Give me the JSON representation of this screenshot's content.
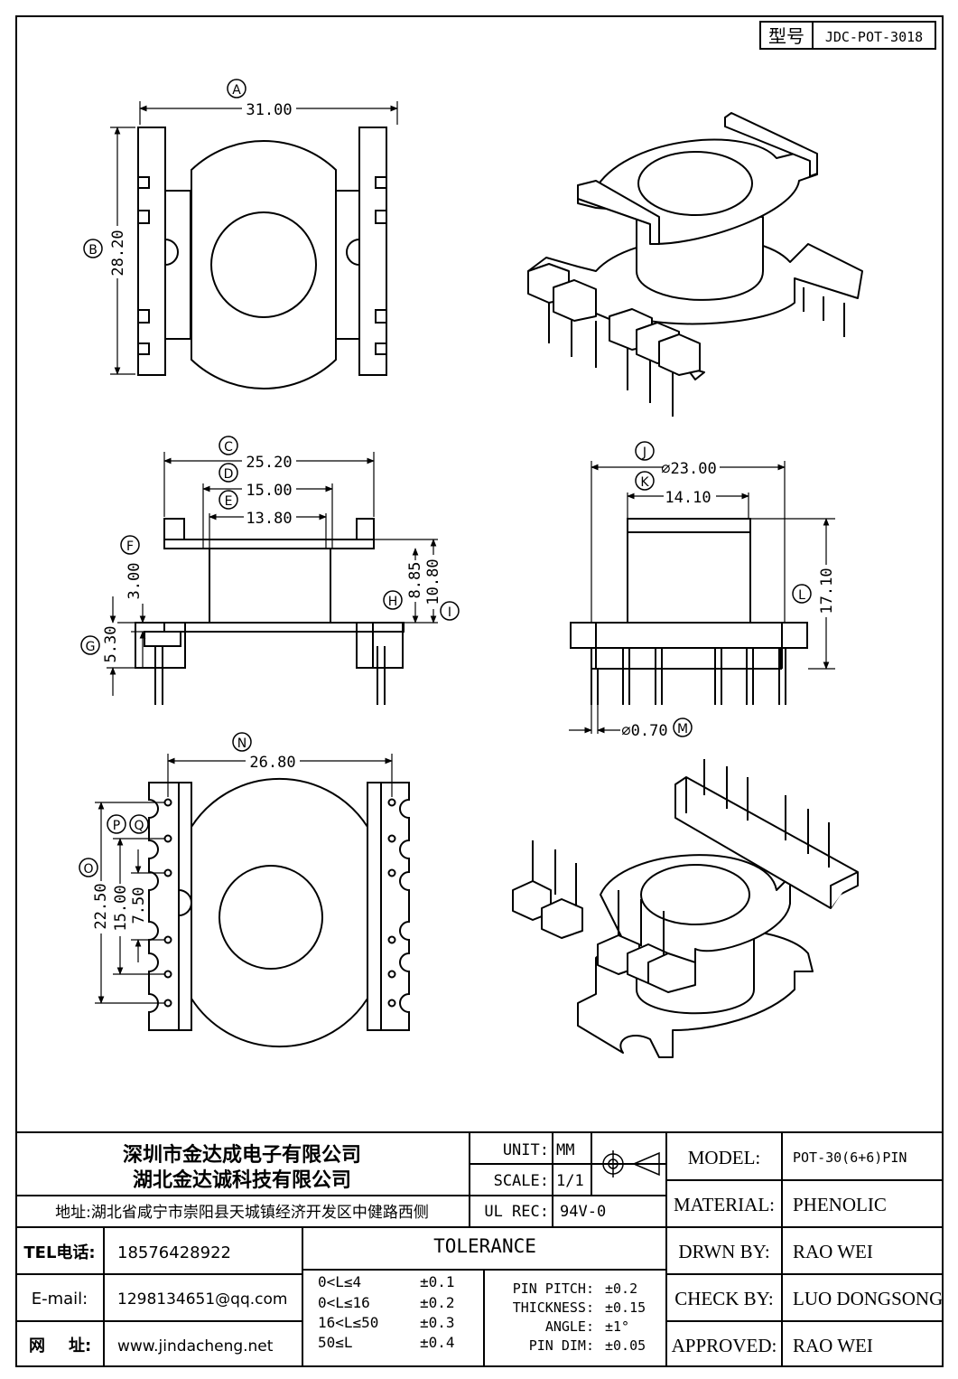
{
  "model_tag": {
    "label": "型号",
    "value": "JDC-POT-3018"
  },
  "dims": {
    "A": {
      "letter": "A",
      "value": "31.00"
    },
    "B": {
      "letter": "B",
      "value": "28.20"
    },
    "C": {
      "letter": "C",
      "value": "25.20"
    },
    "D": {
      "letter": "D",
      "value": "15.00"
    },
    "E": {
      "letter": "E",
      "value": "13.80"
    },
    "F": {
      "letter": "F",
      "value": "3.00"
    },
    "G": {
      "letter": "G",
      "value": "5.30"
    },
    "H": {
      "letter": "H",
      "value": "8.85"
    },
    "I": {
      "letter": "I",
      "value": "10.80"
    },
    "J": {
      "letter": "J",
      "value": "⌀23.00"
    },
    "K": {
      "letter": "K",
      "value": "14.10"
    },
    "L": {
      "letter": "L",
      "value": "17.10"
    },
    "M": {
      "letter": "M",
      "value": "⌀0.70"
    },
    "N": {
      "letter": "N",
      "value": "26.80"
    },
    "O": {
      "letter": "O",
      "value": "22.50"
    },
    "P": {
      "letter": "P",
      "value": "15.00"
    },
    "Q": {
      "letter": "Q",
      "value": "7.50"
    }
  },
  "title_block": {
    "company1": "深圳市金达成电子有限公司",
    "company2": "湖北金达诚科技有限公司",
    "address": "地址:湖北省咸宁市崇阳县天城镇经济开发区中健路西侧",
    "unit_label": "UNIT:",
    "unit_value": "MM",
    "scale_label": "SCALE:",
    "scale_value": "1/1",
    "ulrec_label": "UL REC:",
    "ulrec_value": "94V-0",
    "model_label": "MODEL:",
    "model_value": "POT-30(6+6)PIN",
    "material_label": "MATERIAL:",
    "material_value": "PHENOLIC",
    "drwn_label": "DRWN BY:",
    "drwn_value": "RAO WEI",
    "check_label": "CHECK BY:",
    "check_value": "LUO DONGSONG",
    "approved_label": "APPROVED:",
    "approved_value": "RAO WEI",
    "tel_label": "TEL电话:",
    "tel_value": "18576428922",
    "email_label": "E-mail:",
    "email_value": "1298134651@qq.com",
    "web_label_1": "网",
    "web_label_2": "址:",
    "web_value": "www.jindacheng.net",
    "tolerance_title": "TOLERANCE",
    "tol_ranges": [
      {
        "range": "0<L≤4",
        "tol": "±0.1"
      },
      {
        "range": "0<L≤16",
        "tol": "±0.2"
      },
      {
        "range": "16<L≤50",
        "tol": "±0.3"
      },
      {
        "range": "50≤L",
        "tol": "±0.4"
      }
    ],
    "tol_specs": [
      {
        "label": "PIN PITCH:",
        "tol": "±0.2"
      },
      {
        "label": "THICKNESS:",
        "tol": "±0.15"
      },
      {
        "label": "ANGLE:",
        "tol": "±1°"
      },
      {
        "label": "PIN DIM:",
        "tol": "±0.05"
      }
    ]
  }
}
